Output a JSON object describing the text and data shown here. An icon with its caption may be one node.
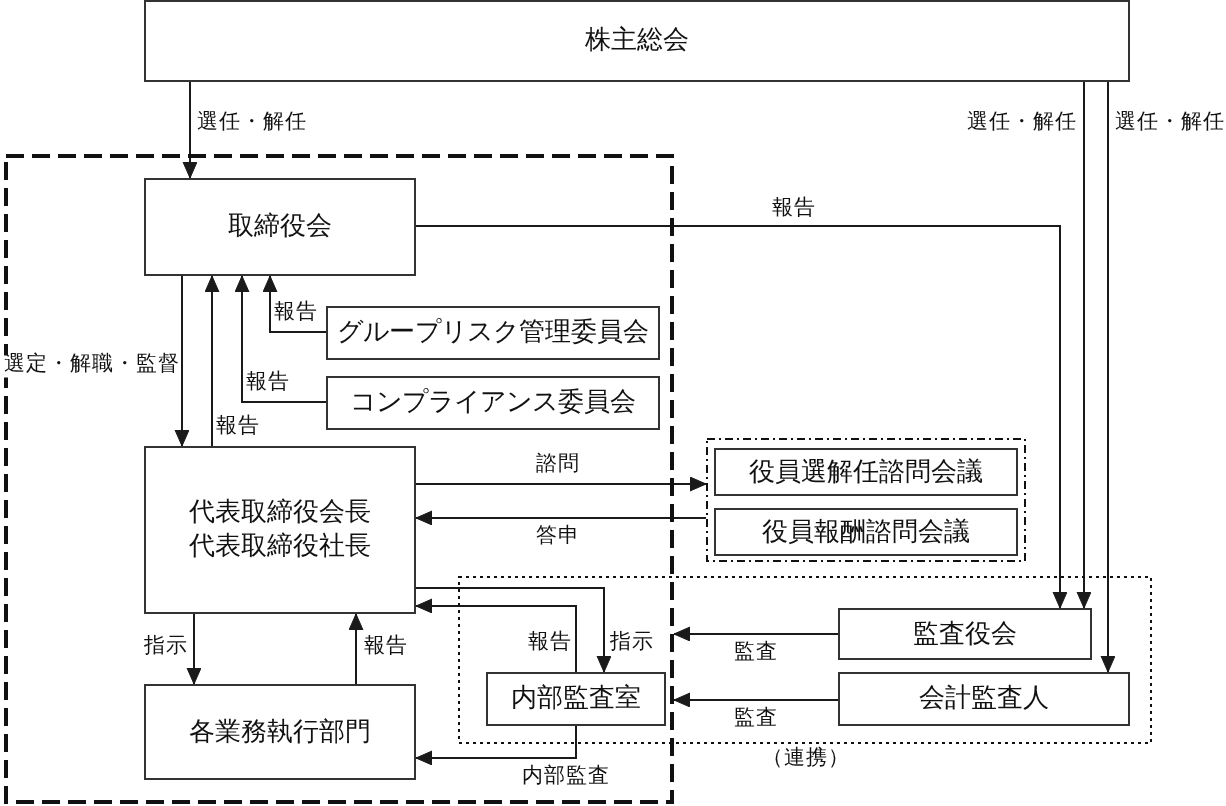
{
  "diagram": {
    "nodes": [
      {
        "text": [
          "株主総会"
        ]
      },
      {
        "text": [],
        "shape": "box"
      },
      {
        "text": [
          "取締役会"
        ],
        "in": 1
      },
      {
        "text": [
          "グループリスク管理委員会"
        ],
        "in": 1
      },
      {
        "text": [
          "コンプライアンス委員会"
        ],
        "in": 1
      },
      {
        "text": [
          "代表取締役会長",
          "代表取締役社長"
        ],
        "in": 1
      },
      {
        "text": [],
        "shape": "box"
      },
      {
        "text": [
          "役員選解任諮問会議"
        ],
        "in": 6
      },
      {
        "text": [
          "役員報酬諮問会議"
        ],
        "in": 6
      },
      {
        "text": [],
        "shape": "box",
        "beside": [
          "（連携）"
        ]
      },
      {
        "text": [
          "監査役会"
        ],
        "in": 9
      },
      {
        "text": [
          "内部監査室"
        ]
      },
      {
        "text": [
          "会計監査人"
        ],
        "in": 9
      },
      {
        "text": [
          "各業務執行部門"
        ],
        "in": 1
      }
    ],
    "edges": [
      {
        "from": 0,
        "to": 2,
        "arrow": "to",
        "label": "選任・解任"
      },
      {
        "from": 0,
        "to": 10,
        "arrow": "to",
        "label": "選任・解任"
      },
      {
        "from": 0,
        "to": 12,
        "arrow": "to",
        "label": "選任・解任"
      },
      {
        "from": 2,
        "to": 10,
        "arrow": "to",
        "label": "報告"
      },
      {
        "from": 2,
        "to": 5,
        "arrow": "to",
        "label": "選定・解職・監督"
      },
      {
        "from": 5,
        "to": 2,
        "arrow": "to",
        "label": "報告"
      },
      {
        "from": 3,
        "to": 2,
        "arrow": "to",
        "label": "報告"
      },
      {
        "from": 4,
        "to": 2,
        "arrow": "to",
        "label": "報告"
      },
      {
        "from": 5,
        "to": 6,
        "arrow": "to",
        "label": "諮問"
      },
      {
        "from": 6,
        "to": 5,
        "arrow": "to",
        "label": "答申"
      },
      {
        "from": 5,
        "to": 11,
        "arrow": "to",
        "label": "指示"
      },
      {
        "from": 11,
        "to": 5,
        "arrow": "to",
        "label": "報告"
      },
      {
        "from": 5,
        "to": 13,
        "arrow": "to",
        "label": "指示"
      },
      {
        "from": 13,
        "to": 5,
        "arrow": "to",
        "label": "報告"
      },
      {
        "from": 11,
        "to": 13,
        "arrow": "to",
        "label": "内部監査"
      },
      {
        "from": 10,
        "to": 1,
        "arrow": "to",
        "label": "監査"
      },
      {
        "from": 12,
        "to": 1,
        "arrow": "to",
        "label": "監査"
      }
    ]
  }
}
